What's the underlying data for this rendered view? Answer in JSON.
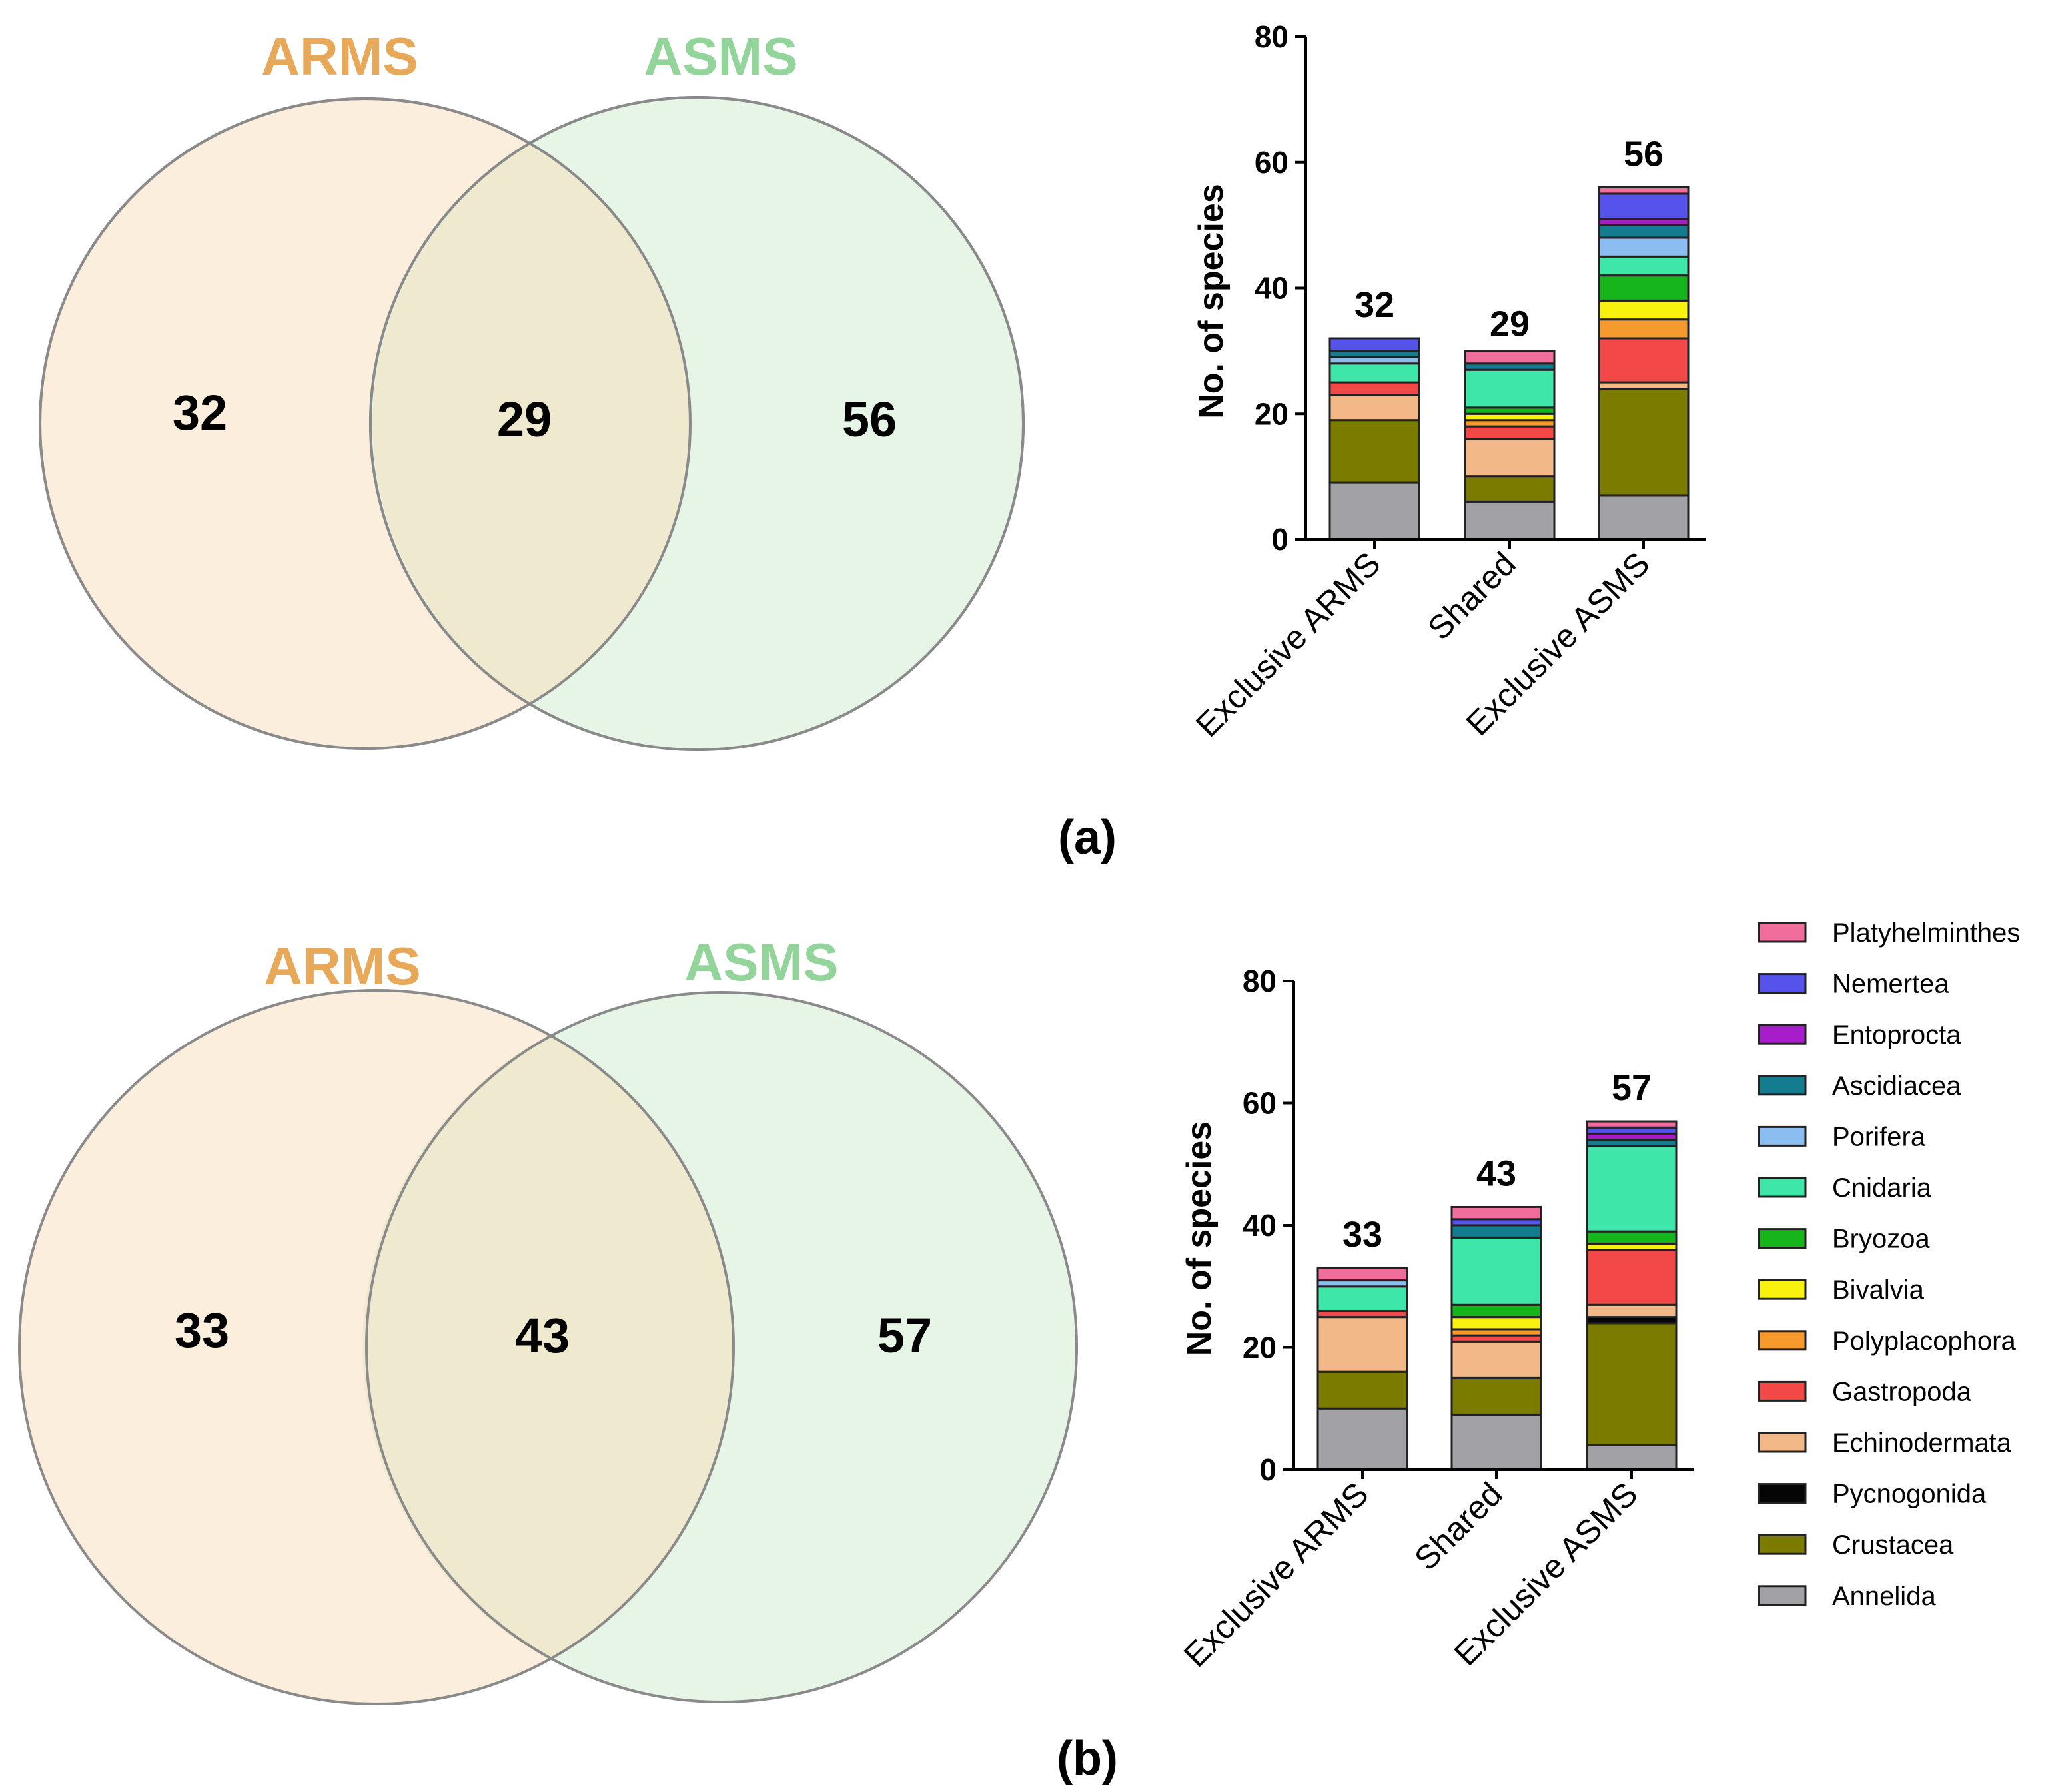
{
  "colors": {
    "arms": "#E7A85A",
    "asms": "#93D49A",
    "arms_fill": "#FCEEDC",
    "asms_fill": "#E6F5E6",
    "overlap_fill": "#EFE9CF",
    "taxa": {
      "Platyhelminthes": "#F06D9C",
      "Nemertea": "#5553EC",
      "Entoprocta": "#A61DC9",
      "Ascidiacea": "#137C8E",
      "Porifera": "#8CBDF0",
      "Cnidaria": "#3FE6AA",
      "Bryozoa": "#16B51C",
      "Bivalvia": "#F8F20E",
      "Polyplacophora": "#F79A2E",
      "Gastropoda": "#F34848",
      "Echinodermata": "#F2B888",
      "Pycnogonida": "#050505",
      "Crustacea": "#7B7B00",
      "Annelida": "#A2A2A6"
    }
  },
  "legend": {
    "items": [
      "Platyhelminthes",
      "Nemertea",
      "Entoprocta",
      "Ascidiacea",
      "Porifera",
      "Cnidaria",
      "Bryozoa",
      "Bivalvia",
      "Polyplacophora",
      "Gastropoda",
      "Echinodermata",
      "Pycnogonida",
      "Crustacea",
      "Annelida"
    ]
  },
  "panels": [
    {
      "label": "(a)",
      "venn": {
        "left_title": "ARMS",
        "right_title": "ASMS",
        "left_only": "32",
        "overlap": "29",
        "right_only": "56"
      }
    },
    {
      "label": "(b)",
      "venn": {
        "left_title": "ARMS",
        "right_title": "ASMS",
        "left_only": "33",
        "overlap": "43",
        "right_only": "57"
      }
    }
  ],
  "chart_data": [
    {
      "type": "bar",
      "stacked": true,
      "ylabel": "No. of species",
      "ylim": [
        0,
        80
      ],
      "yticks": [
        0,
        20,
        40,
        60,
        80
      ],
      "categories": [
        "Exclusive ARMS",
        "Shared",
        "Exclusive ASMS"
      ],
      "totals": [
        32,
        29,
        56
      ],
      "series": [
        {
          "name": "Annelida",
          "values": [
            9,
            6,
            7
          ]
        },
        {
          "name": "Crustacea",
          "values": [
            10,
            4,
            17
          ]
        },
        {
          "name": "Pycnogonida",
          "values": [
            0,
            0,
            0
          ]
        },
        {
          "name": "Echinodermata",
          "values": [
            4,
            6,
            1
          ]
        },
        {
          "name": "Gastropoda",
          "values": [
            2,
            2,
            7
          ]
        },
        {
          "name": "Polyplacophora",
          "values": [
            0,
            1,
            3
          ]
        },
        {
          "name": "Bivalvia",
          "values": [
            0,
            1,
            3
          ]
        },
        {
          "name": "Bryozoa",
          "values": [
            0,
            1,
            4
          ]
        },
        {
          "name": "Cnidaria",
          "values": [
            3,
            6,
            3
          ]
        },
        {
          "name": "Porifera",
          "values": [
            1,
            0,
            3
          ]
        },
        {
          "name": "Ascidiacea",
          "values": [
            1,
            1,
            2
          ]
        },
        {
          "name": "Entoprocta",
          "values": [
            0,
            0,
            1
          ]
        },
        {
          "name": "Nemertea",
          "values": [
            2,
            0,
            4
          ]
        },
        {
          "name": "Platyhelminthes",
          "values": [
            0,
            2,
            1
          ]
        }
      ]
    },
    {
      "type": "bar",
      "stacked": true,
      "ylabel": "No. of species",
      "ylim": [
        0,
        80
      ],
      "yticks": [
        0,
        20,
        40,
        60,
        80
      ],
      "categories": [
        "Exclusive ARMS",
        "Shared",
        "Exclusive ASMS"
      ],
      "totals": [
        33,
        43,
        57
      ],
      "series": [
        {
          "name": "Annelida",
          "values": [
            10,
            9,
            4
          ]
        },
        {
          "name": "Crustacea",
          "values": [
            6,
            6,
            20
          ]
        },
        {
          "name": "Pycnogonida",
          "values": [
            0,
            0,
            1
          ]
        },
        {
          "name": "Echinodermata",
          "values": [
            9,
            6,
            2
          ]
        },
        {
          "name": "Gastropoda",
          "values": [
            1,
            1,
            9
          ]
        },
        {
          "name": "Polyplacophora",
          "values": [
            0,
            1,
            0
          ]
        },
        {
          "name": "Bivalvia",
          "values": [
            0,
            2,
            1
          ]
        },
        {
          "name": "Bryozoa",
          "values": [
            0,
            2,
            2
          ]
        },
        {
          "name": "Cnidaria",
          "values": [
            4,
            11,
            14
          ]
        },
        {
          "name": "Porifera",
          "values": [
            1,
            0,
            0
          ]
        },
        {
          "name": "Ascidiacea",
          "values": [
            0,
            2,
            1
          ]
        },
        {
          "name": "Entoprocta",
          "values": [
            0,
            0,
            1
          ]
        },
        {
          "name": "Nemertea",
          "values": [
            0,
            1,
            1
          ]
        },
        {
          "name": "Platyhelminthes",
          "values": [
            2,
            2,
            1
          ]
        }
      ]
    }
  ]
}
